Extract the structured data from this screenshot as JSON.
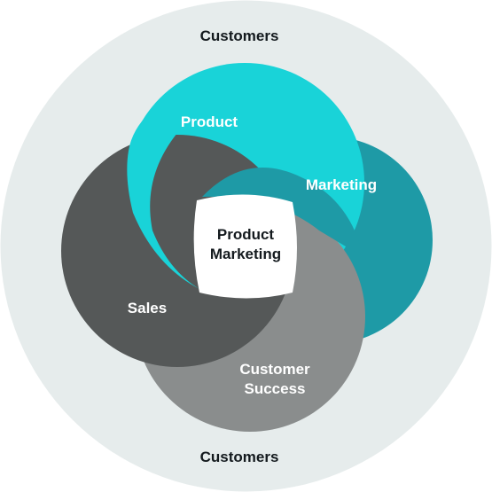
{
  "outer_label_top": "Customers",
  "outer_label_bottom": "Customers",
  "center": {
    "line1": "Product",
    "line2": "Marketing"
  },
  "segments": {
    "product": "Product",
    "marketing": "Marketing",
    "sales": "Sales",
    "customer_success_line1": "Customer",
    "customer_success_line2": "Success"
  },
  "colors": {
    "outer_ring": "#e6ecec",
    "product": "#19d3d8",
    "marketing": "#1e9aa6",
    "sales": "#555858",
    "customer_success": "#8a8d8d",
    "center": "#ffffff",
    "text_dark": "#141a1e",
    "text_light": "#ffffff"
  }
}
